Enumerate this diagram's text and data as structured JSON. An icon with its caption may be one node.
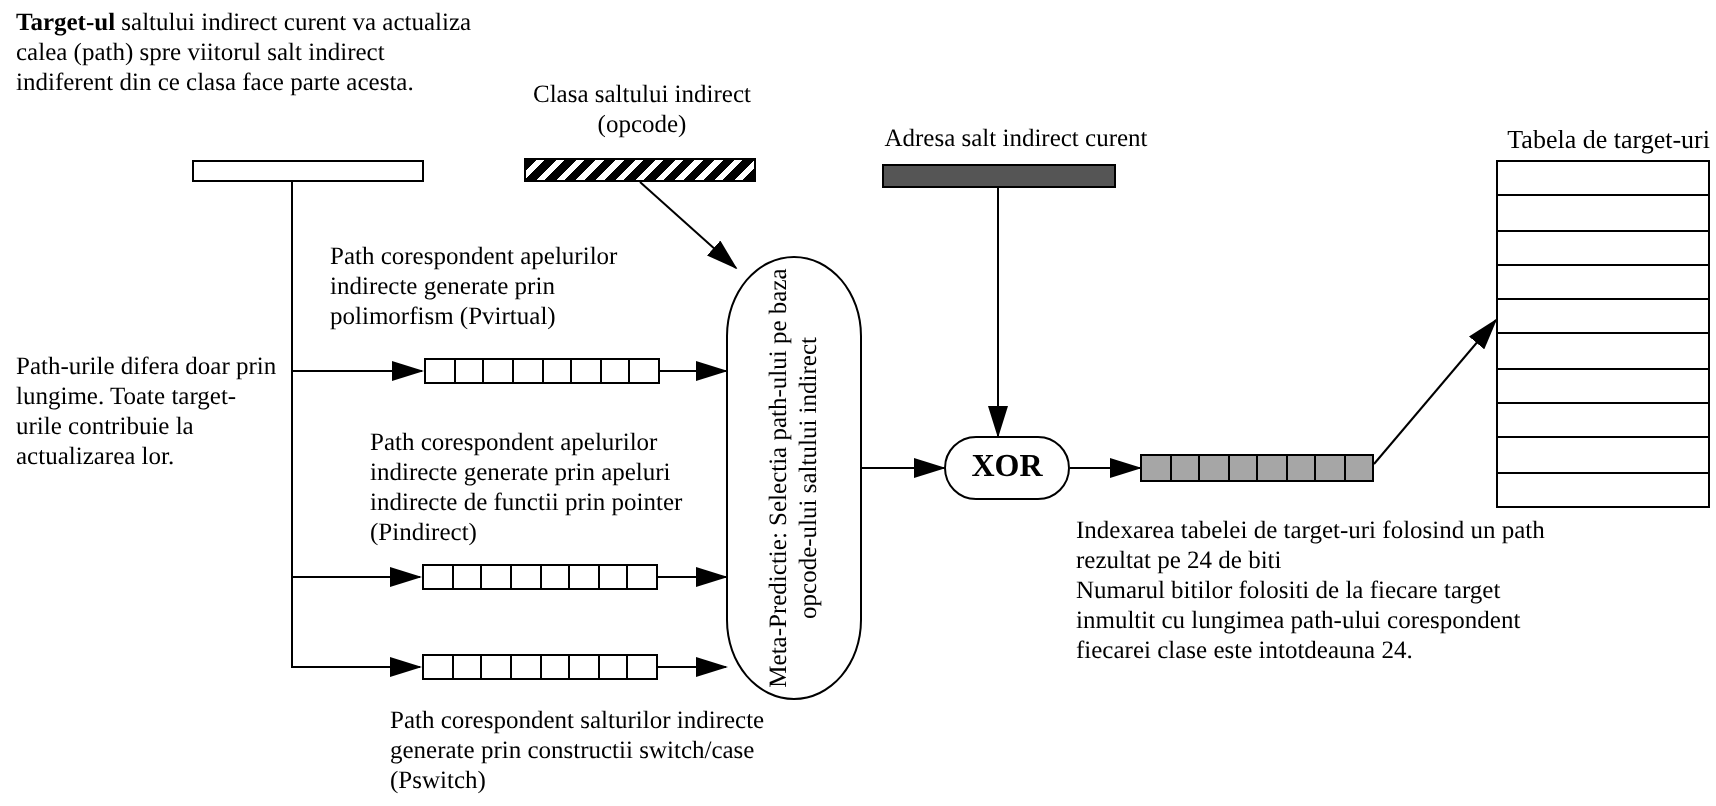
{
  "diagram": {
    "nodes": [
      {
        "text": [],
        "shape": "bar",
        "beside": [
          "**Target-ul** saltului indirect curent va actualiza calea (path) spre viitorul salt indirect indiferent din ce clasa face parte acesta."
        ]
      },
      {
        "text": [],
        "shape": "bar",
        "beside": [
          "Clasa saltului indirect (opcode)"
        ]
      },
      {
        "text": [],
        "shape": "bar",
        "beside": [
          "Adresa salt indirect curent"
        ]
      },
      {
        "text": [],
        "shape": "bar",
        "beside": [
          "Path corespondent apelurilor indirecte generate prin polimorfism (Pvirtual)"
        ]
      },
      {
        "text": [],
        "shape": "bar",
        "beside": [
          "Path corespondent apelurilor indirecte generate prin apeluri indirecte de functii prin pointer (Pindirect)"
        ]
      },
      {
        "text": [],
        "shape": "bar"
      },
      {
        "text": [
          "Meta-Predictie: Selectia path-ului pe baza opcode-ului saltului indirect"
        ]
      },
      {
        "text": [
          "XOR"
        ]
      },
      {
        "text": [],
        "shape": "bar",
        "beside": [
          "Indexarea tabelei de target-uri folosind un path rezultat pe 24 de biti",
          "Numarul bitilor folositi de la fiecare target inmultit cu lungimea path-ului corespondent fiecarei clase este intotdeauna 24."
        ]
      },
      {
        "text": [
          "Tabela de target-uri"
        ]
      }
    ],
    "edges": [
      {
        "from": 0,
        "to": 3,
        "arrow": "to"
      },
      {
        "from": 0,
        "to": 4,
        "arrow": "to"
      },
      {
        "from": 0,
        "to": 5,
        "arrow": "to"
      },
      {
        "from": 3,
        "to": 6,
        "arrow": "to"
      },
      {
        "from": 4,
        "to": 6,
        "arrow": "to"
      },
      {
        "from": 5,
        "to": 6,
        "arrow": "to"
      },
      {
        "from": 1,
        "to": 6,
        "arrow": "to"
      },
      {
        "from": 2,
        "to": 7,
        "arrow": "to"
      },
      {
        "from": 6,
        "to": 7,
        "arrow": "to"
      },
      {
        "from": 7,
        "to": 8,
        "arrow": "to"
      },
      {
        "from": 8,
        "to": 9,
        "arrow": "to"
      }
    ],
    "labels": [
      "Path-urile difera doar prin lungime. Toate target-urile contribuie la actualizarea lor.",
      "Path corespondent salturilor indirecte generate prin constructii switch/case (Pswitch)"
    ]
  }
}
